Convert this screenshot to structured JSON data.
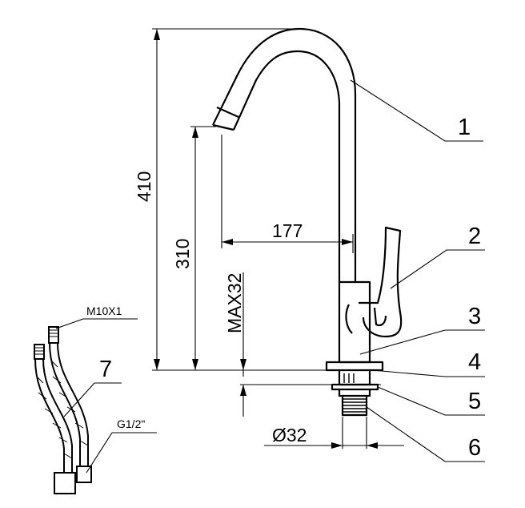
{
  "dimensions": {
    "height_total": "410",
    "spout_height": "310",
    "reach": "177",
    "max_thickness": "MAX32",
    "hole_diameter": "Ø32"
  },
  "parts": [
    "1",
    "2",
    "3",
    "4",
    "5",
    "6",
    "7"
  ],
  "hoses": {
    "thread_top": "M10X1",
    "thread_bottom": "G1/2\""
  },
  "colors": {
    "line": "#000000",
    "background": "#ffffff"
  }
}
